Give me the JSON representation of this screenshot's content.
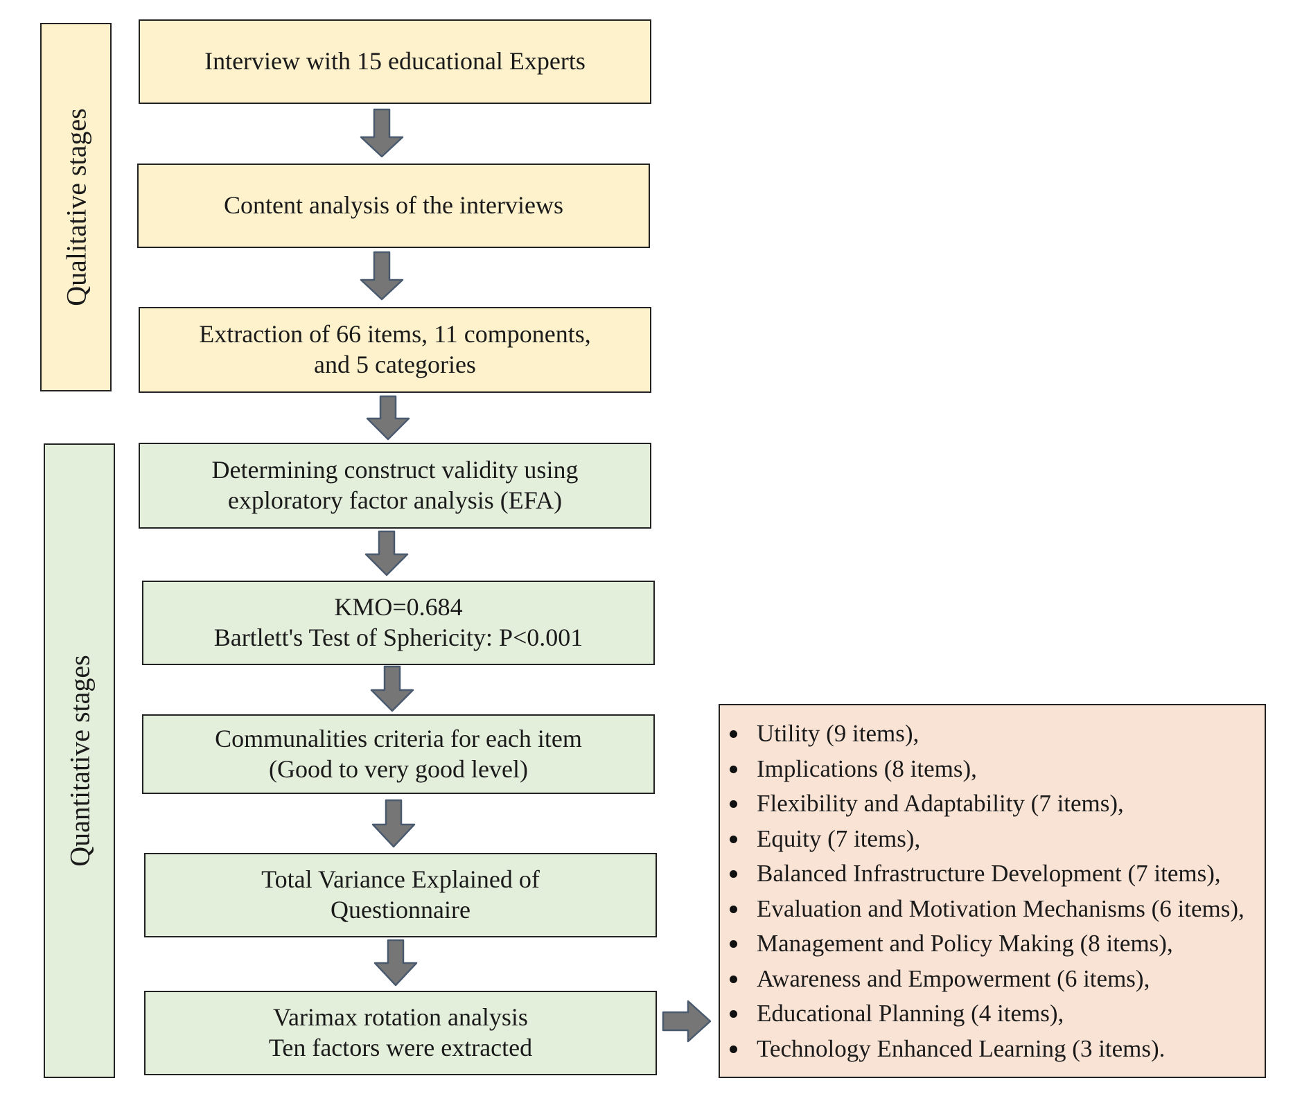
{
  "stages": {
    "qualitative_label": "Qualitative stages",
    "quantitative_label": "Quantitative stages"
  },
  "steps": [
    {
      "lines": [
        "Interview with 15 educational Experts"
      ]
    },
    {
      "lines": [
        "Content analysis of the interviews"
      ]
    },
    {
      "lines": [
        "Extraction of 66 items, 11 components,",
        "and 5 categories"
      ]
    },
    {
      "lines": [
        "Determining construct validity using",
        "exploratory factor analysis (EFA)"
      ]
    },
    {
      "lines": [
        "KMO=0.684",
        "Bartlett's Test of Sphericity: P<0.001"
      ]
    },
    {
      "lines": [
        "Communalities criteria for each item",
        "(Good to very good level)"
      ]
    },
    {
      "lines": [
        "Total Variance Explained of",
        "Questionnaire"
      ]
    },
    {
      "lines": [
        "Varimax rotation analysis",
        "Ten factors were extracted"
      ]
    }
  ],
  "factors": [
    "Utility (9 items),",
    "Implications (8 items),",
    "Flexibility and Adaptability (7 items),",
    "Equity (7 items),",
    "Balanced Infrastructure Development (7 items),",
    "Evaluation and Motivation Mechanisms (6 items),",
    "Management and Policy Making (8 items),",
    "Awareness and Empowerment (6 items),",
    "Educational Planning (4 items),",
    "Technology Enhanced Learning (3 items)."
  ],
  "colors": {
    "qualitative_fill": "#fdf2cc",
    "quantitative_fill": "#e3eedb",
    "factors_fill": "#f9e3d5",
    "arrow_fill": "#767676",
    "arrow_stroke": "#4a5a6e"
  }
}
